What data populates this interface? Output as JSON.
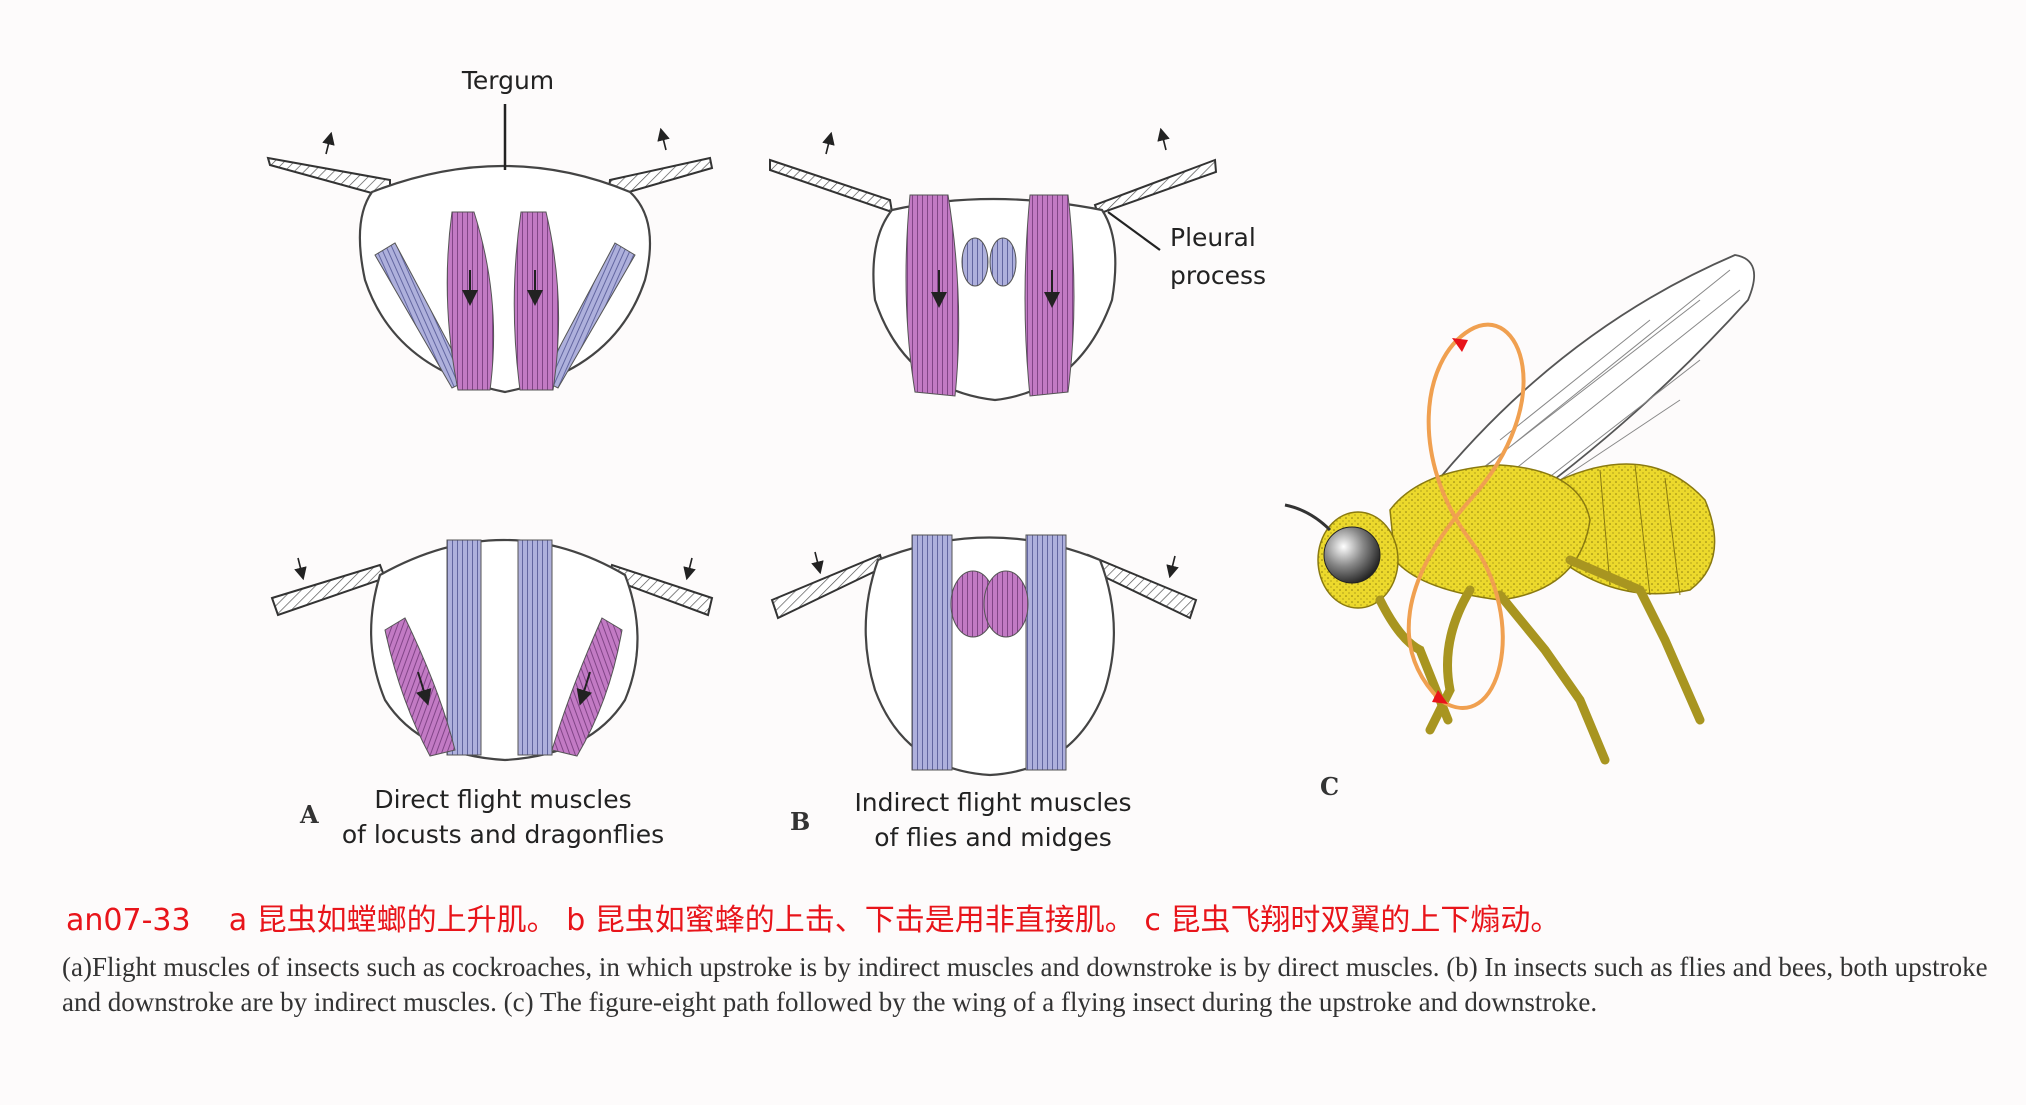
{
  "labels": {
    "tergum": "Tergum",
    "pleural_line1": "Pleural",
    "pleural_line2": "process",
    "panel_a_letter": "A",
    "panel_a_caption_line1": "Direct flight muscles",
    "panel_a_caption_line2": "of locusts and dragonflies",
    "panel_b_letter": "B",
    "panel_b_caption_line1": "Indirect flight muscles",
    "panel_b_caption_line2": "of flies and midges",
    "panel_c_letter": "C"
  },
  "caption": {
    "code": "an07-33",
    "part_a": "a 昆虫如螳螂的上升肌。",
    "part_b": "b 昆虫如蜜蜂的上击、下击是用非直接肌。",
    "part_c": "c 昆虫飞翔时双翼的上下煽动。",
    "english": "(a)Flight muscles of insects such as cockroaches, in which upstroke is by indirect muscles and downstroke is by direct muscles. (b) In insects such as flies and bees, both upstroke and downstroke are by indirect muscles. (c) The figure-eight path followed by the wing of a flying insect during the upstroke and downstroke."
  },
  "colors": {
    "muscle_pink": "#c27ac4",
    "muscle_blue": "#aeb0dc",
    "caption_red": "#e8141a",
    "insect_yellow": "#ecd92c",
    "path_orange": "#f0a050"
  }
}
